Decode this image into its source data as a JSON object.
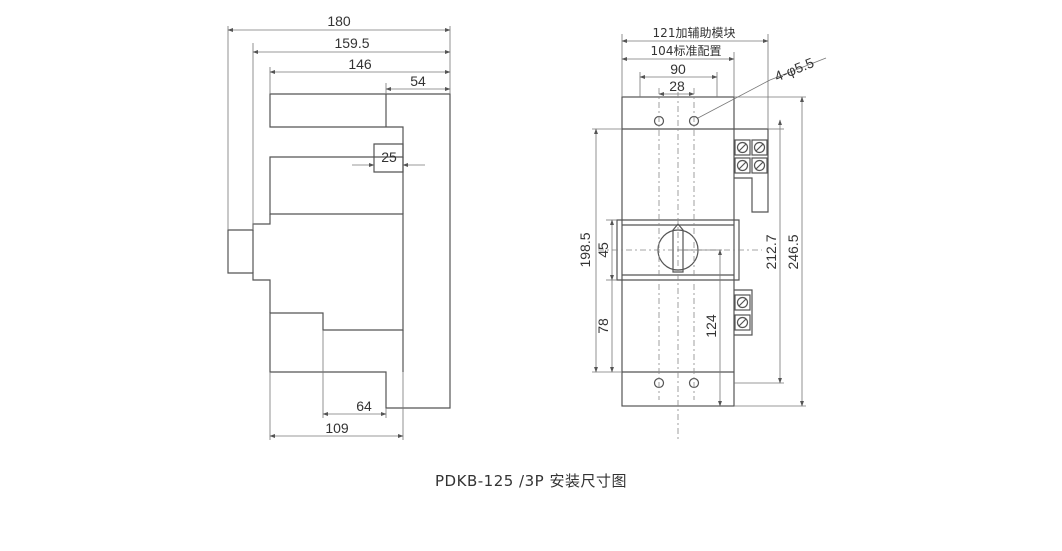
{
  "side_view": {
    "dims": {
      "d180": "180",
      "d159_5": "159.5",
      "d146": "146",
      "d54": "54",
      "d25": "25",
      "d64": "64",
      "d109": "109"
    }
  },
  "front_view": {
    "dims": {
      "d121": "121加辅助模块",
      "d104": "104标准配置",
      "d90": "90",
      "d28": "28",
      "holes": "4-φ5.5",
      "d198_5": "198.5",
      "d45": "45",
      "d78": "78",
      "d124": "124",
      "d212_7": "212.7",
      "d246_5": "246.5"
    }
  },
  "caption": "PDKB-125 /3P 安装尺寸图"
}
